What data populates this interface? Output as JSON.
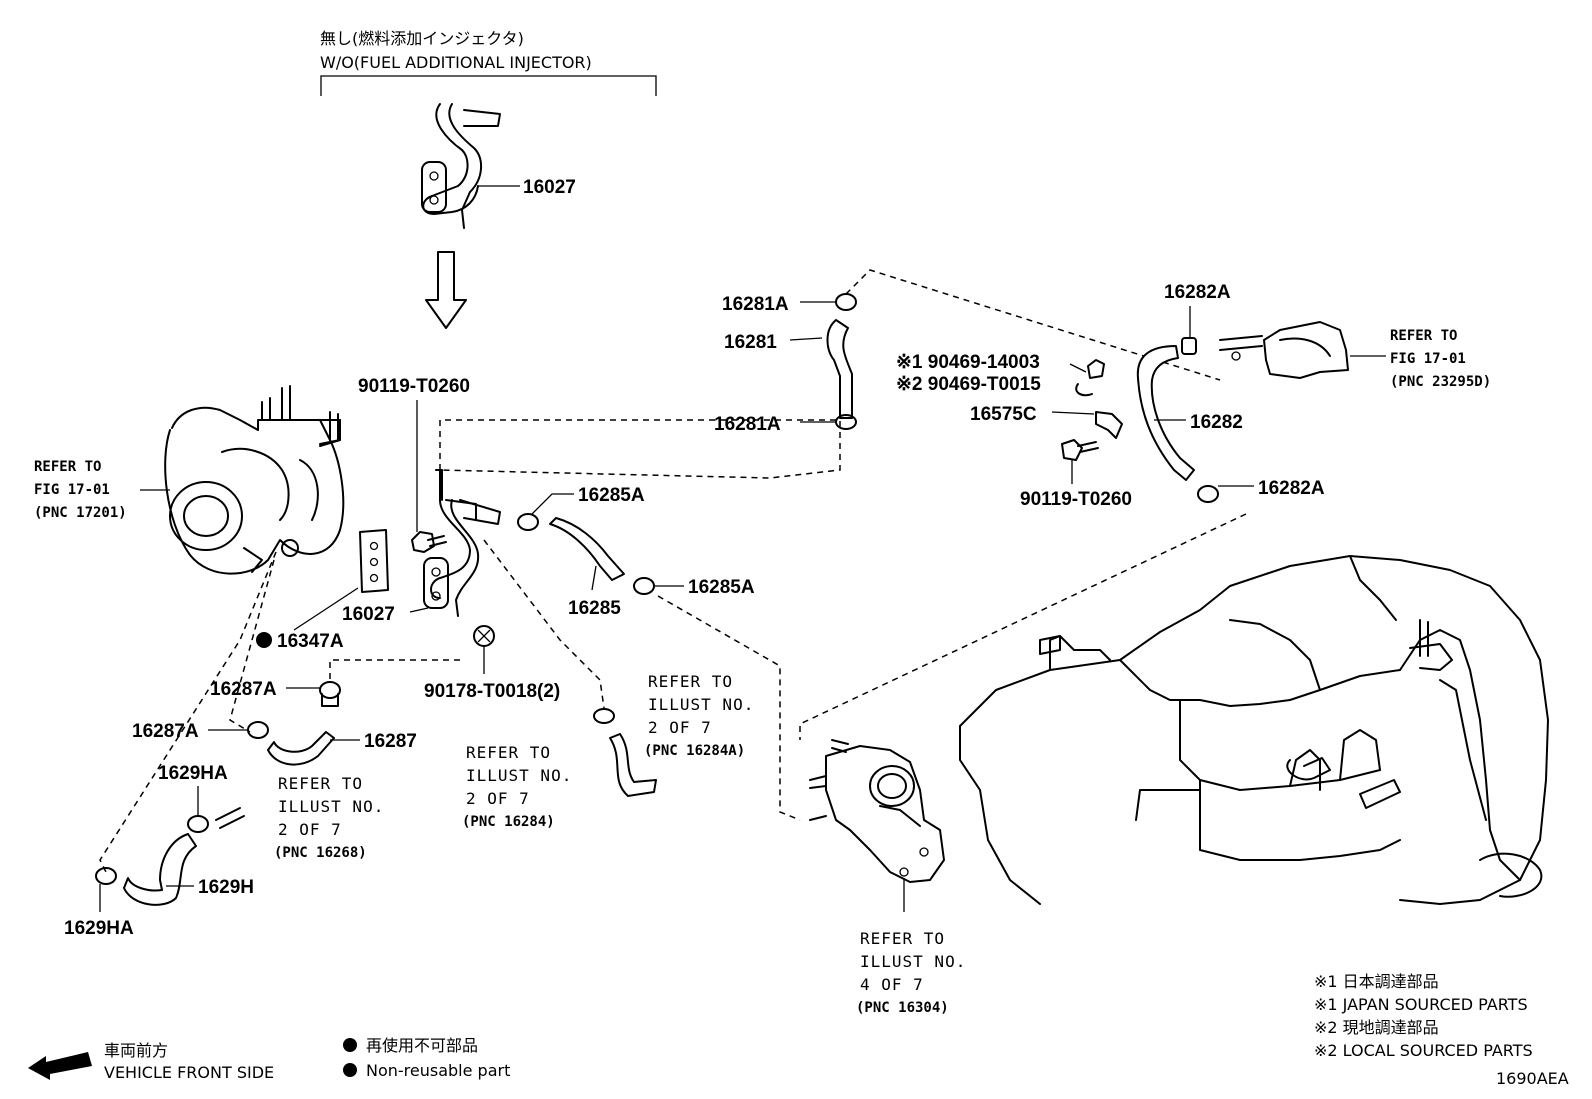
{
  "header": {
    "wo_label_jp": "無し(燃料添加インジェクタ)",
    "wo_label_en": "W/O(FUEL ADDITIONAL INJECTOR)"
  },
  "callouts": {
    "p16027_top": "16027",
    "p90119_T0260_a": "90119-T0260",
    "p16027": "16027",
    "p16347A": "16347A",
    "p16287A_a": "16287A",
    "p16287A_b": "16287A",
    "p16287": "16287",
    "p1629HA_a": "1629HA",
    "p1629HA_b": "1629HA",
    "p1629H": "1629H",
    "p90178": "90178-T0018(2)",
    "p16285A_a": "16285A",
    "p16285": "16285",
    "p16285A_b": "16285A",
    "p16281A_a": "16281A",
    "p16281": "16281",
    "p16281A_b": "16281A",
    "p16282A_a": "16282A",
    "p16282": "16282",
    "p16282A_b": "16282A",
    "p16575C": "16575C",
    "p90469_14003": "※1 90469-14003",
    "p90469_T0015": "※2 90469-T0015",
    "p90119_T0260_b": "90119-T0260"
  },
  "refer_left": {
    "line1": "REFER TO",
    "line2": "FIG 17-01",
    "line3": "(PNC 17201)"
  },
  "refer_right": {
    "line1": "REFER TO",
    "line2": "FIG 17-01",
    "line3": "(PNC 23295D)"
  },
  "refer_16268": {
    "line1": "REFER TO",
    "line2": "ILLUST NO.",
    "line3": "2 OF 7",
    "line4": "(PNC 16268)"
  },
  "refer_16284": {
    "line1": "REFER TO",
    "line2": "ILLUST NO.",
    "line3": "2 OF 7",
    "line4": "(PNC 16284)"
  },
  "refer_16284A": {
    "line1": "REFER TO",
    "line2": "ILLUST NO.",
    "line3": "2 OF 7",
    "line4": "(PNC 16284A)"
  },
  "refer_16304": {
    "line1": "REFER TO",
    "line2": "ILLUST NO.",
    "line3": "4 OF 7",
    "line4": "(PNC 16304)"
  },
  "legend": {
    "front_jp": "車両前方",
    "front_en": "VEHICLE FRONT SIDE",
    "nonreuse_jp": "再使用不可部品",
    "nonreuse_en": "Non-reusable part",
    "note1_jp": "※1 日本調達部品",
    "note1_en": "※1 JAPAN SOURCED PARTS",
    "note2_jp": "※2 現地調達部品",
    "note2_en": "※2 LOCAL SOURCED PARTS",
    "figure_code": "1690AEA"
  }
}
